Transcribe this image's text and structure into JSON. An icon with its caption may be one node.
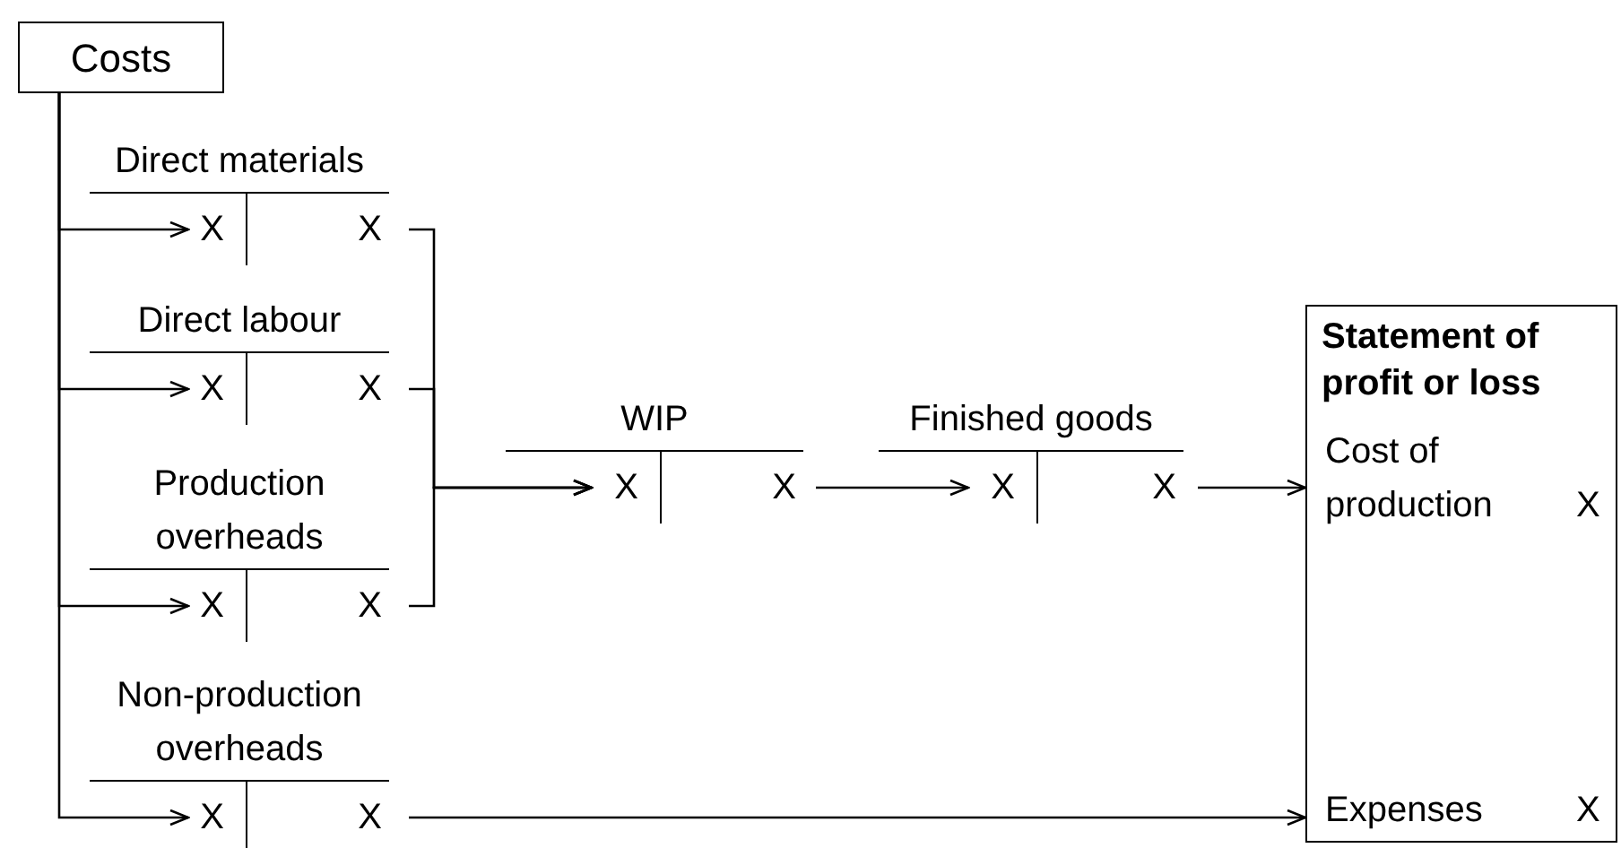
{
  "diagram": {
    "nodes": [
      {
        "text": [
          "Costs"
        ]
      },
      {
        "text": [
          "Direct materials",
          "X",
          "X"
        ]
      },
      {
        "text": [
          "Direct labour",
          "X",
          "X"
        ]
      },
      {
        "text": [
          "Production overheads",
          "X",
          "X"
        ]
      },
      {
        "text": [
          "Non-production overheads",
          "X",
          "X"
        ]
      },
      {
        "text": [
          "WIP",
          "X",
          "X"
        ]
      },
      {
        "text": [
          "Finished goods",
          "X",
          "X"
        ]
      },
      {
        "text": [
          "Statement of profit or loss",
          "Cost of production",
          "X",
          "Expenses",
          "X"
        ]
      }
    ],
    "edges": [
      {
        "from": 0,
        "to": 1,
        "arrow": "to"
      },
      {
        "from": 0,
        "to": 2,
        "arrow": "to"
      },
      {
        "from": 0,
        "to": 3,
        "arrow": "to"
      },
      {
        "from": 0,
        "to": 4,
        "arrow": "to"
      },
      {
        "from": 1,
        "to": 5,
        "arrow": "to"
      },
      {
        "from": 2,
        "to": 5,
        "arrow": "to"
      },
      {
        "from": 3,
        "to": 5,
        "arrow": "to"
      },
      {
        "from": 5,
        "to": 6,
        "arrow": "to"
      },
      {
        "from": 6,
        "to": 7,
        "arrow": "to"
      },
      {
        "from": 4,
        "to": 7,
        "arrow": "to"
      }
    ]
  }
}
